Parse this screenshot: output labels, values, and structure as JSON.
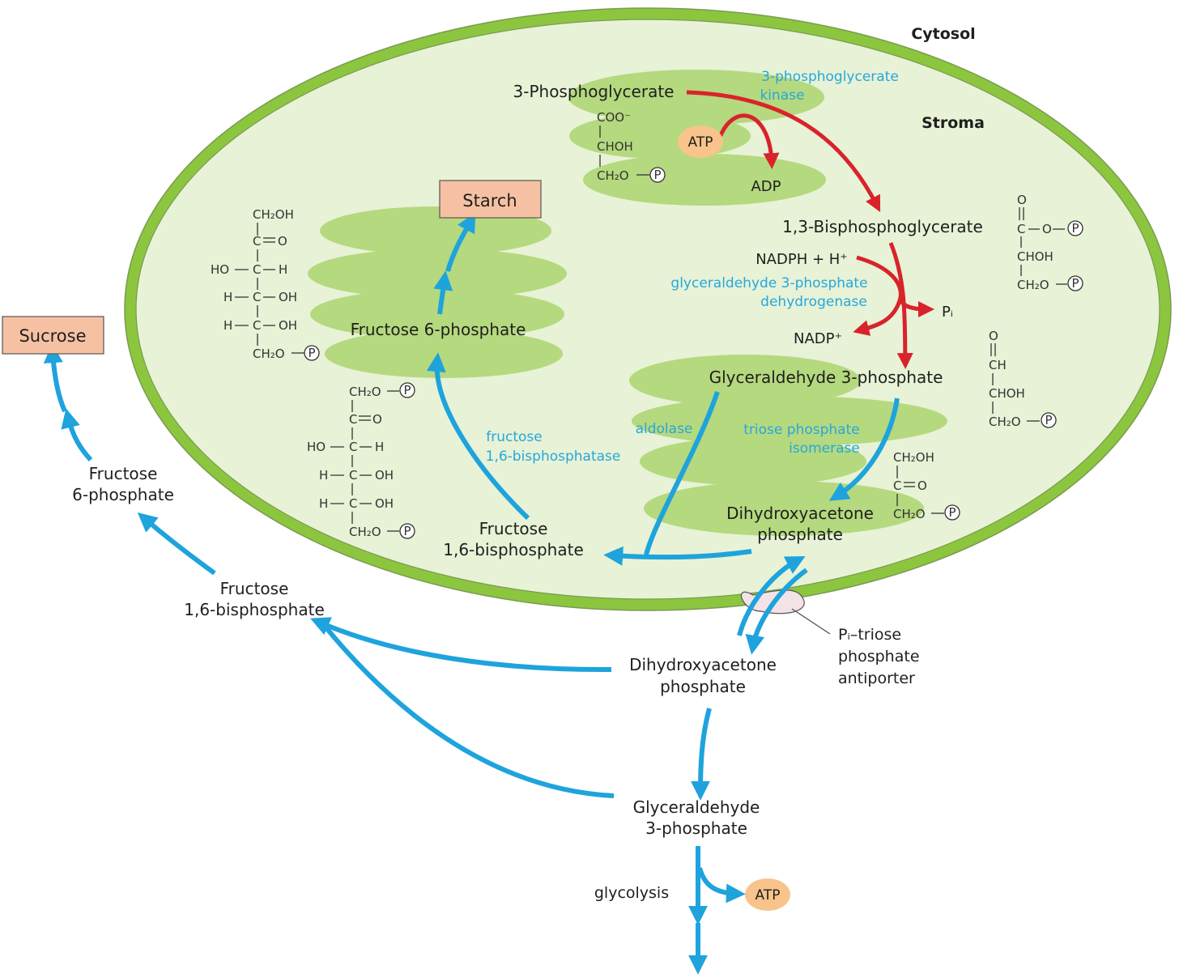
{
  "compartments": {
    "cytosol": "Cytosol",
    "stroma": "Stroma"
  },
  "stroma": {
    "pga": "3-Phosphoglycerate",
    "pgk": [
      "3-phosphoglycerate",
      "kinase"
    ],
    "atp": "ATP",
    "adp": "ADP",
    "bpg": "1,3-Bisphosphoglycerate",
    "nadph": "NADPH + H⁺",
    "gapdh": [
      "glyceraldehyde 3-phosphate",
      "dehydrogenase"
    ],
    "pi": "Pᵢ",
    "nadp": "NADP⁺",
    "g3p": "Glyceraldehyde 3-phosphate",
    "aldolase": "aldolase",
    "tpi": [
      "triose phosphate",
      "isomerase"
    ],
    "dhap": [
      "Dihydroxyacetone",
      "phosphate"
    ],
    "fbp": [
      "Fructose",
      "1,6-bisphosphate"
    ],
    "fbpase": [
      "fructose",
      "1,6-bisphosphatase"
    ],
    "f6p": "Fructose 6-phosphate",
    "starch": "Starch"
  },
  "cytosol": {
    "sucrose": "Sucrose",
    "f6p": [
      "Fructose",
      "6-phosphate"
    ],
    "fbp": [
      "Fructose",
      "1,6-bisphosphate"
    ],
    "dhap": [
      "Dihydroxyacetone",
      "phosphate"
    ],
    "g3p": [
      "Glyceraldehyde",
      "3-phosphate"
    ],
    "glycolysis": "glycolysis",
    "atp": "ATP",
    "antiporter": [
      "Pᵢ–triose",
      "phosphate",
      "antiporter"
    ]
  },
  "structures": {
    "pga": [
      "COO⁻",
      "CHOH",
      "CH₂O"
    ],
    "bpg": [
      "O",
      "C",
      "O",
      "CHOH",
      "CH₂O"
    ],
    "g3p": [
      "O",
      "CH",
      "CHOH",
      "CH₂O"
    ],
    "dhap": [
      "CH₂OH",
      "C",
      "O",
      "CH₂O"
    ],
    "f6p": [
      "CH₂OH",
      "C",
      "O",
      "HO",
      "C",
      "H",
      "H",
      "C",
      "OH",
      "H",
      "C",
      "OH",
      "CH₂O"
    ],
    "fbp": [
      "CH₂O",
      "C",
      "O",
      "HO",
      "C",
      "H",
      "H",
      "C",
      "OH",
      "H",
      "C",
      "OH",
      "CH₂O"
    ],
    "phosphate_symbol": "P"
  },
  "colors": {
    "chloroplast_outer": "#8cc63f",
    "stroma_fill": "#e7f2d6",
    "thylakoid": "#b5d97e",
    "carbon_flow": "#1ea3dd",
    "calvin_arrows": "#d9232b",
    "product_box": "#f6c1a2",
    "cofactor": "#f8c48b",
    "enzyme_text": "#27a7dc"
  }
}
